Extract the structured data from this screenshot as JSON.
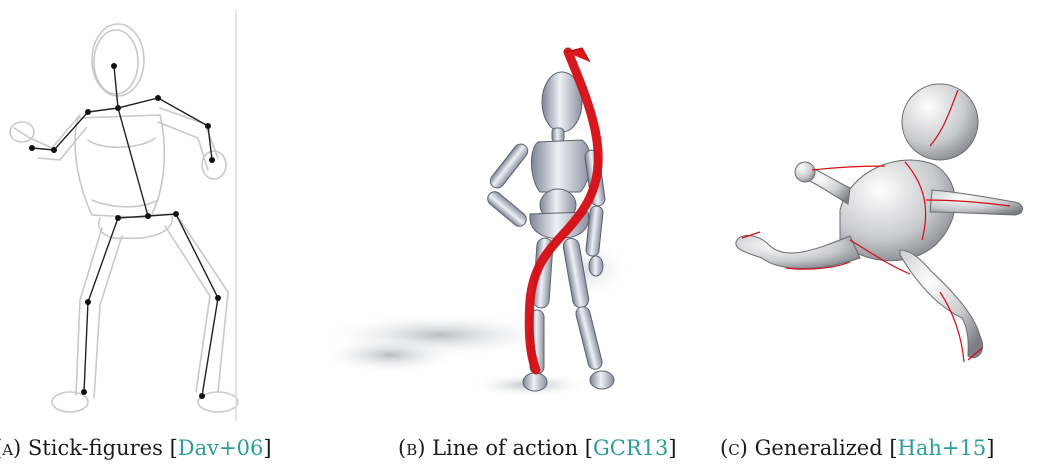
{
  "figures": [
    {
      "label": "(a)",
      "title": "Stick-figures",
      "citation": "Dav+06"
    },
    {
      "label": "(b)",
      "title": "Line of action",
      "citation": "GCR13"
    },
    {
      "label": "(c)",
      "title": "Generalized",
      "citation": "Hah+15"
    }
  ],
  "colors": {
    "citation": "#2a9d9a",
    "line_of_action": "#d40d12"
  }
}
